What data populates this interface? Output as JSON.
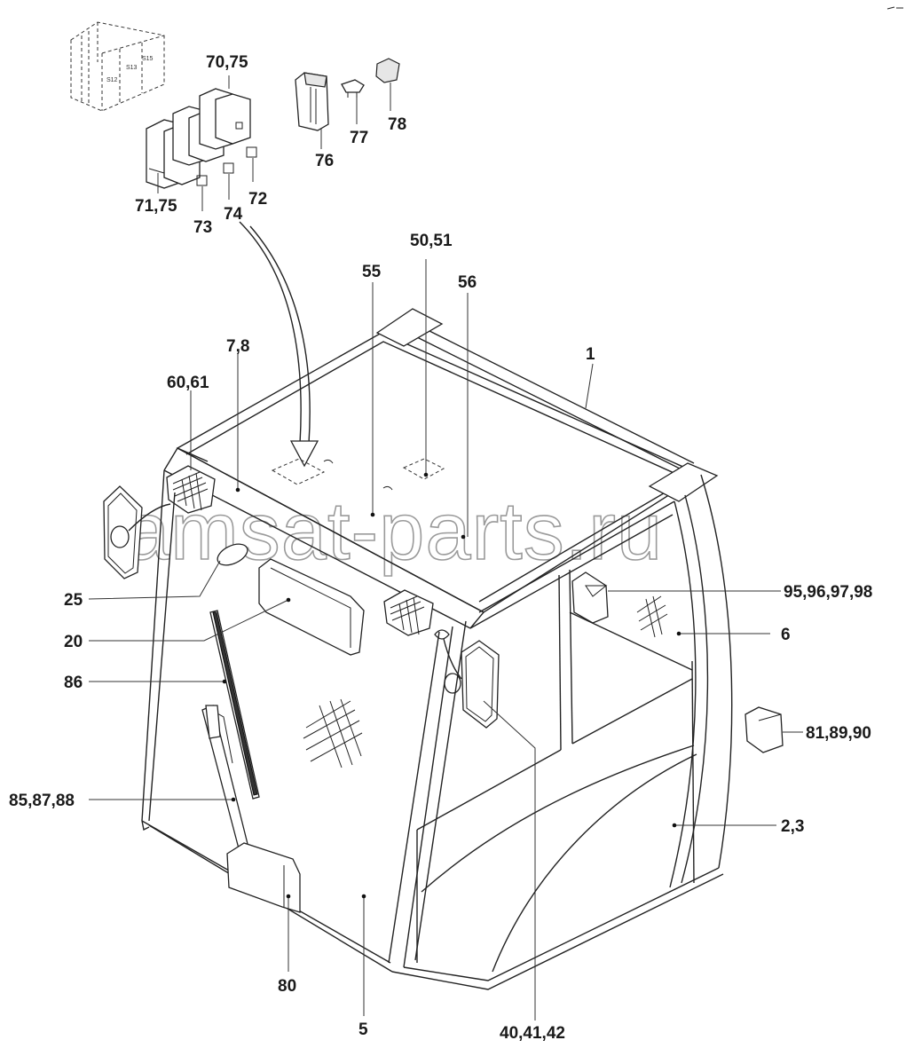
{
  "watermark": "amsat-parts.ru",
  "switch_labels": [
    "S12",
    "S13",
    "S15"
  ],
  "callouts": [
    {
      "id": "c-70-75",
      "text": "70,75"
    },
    {
      "id": "c-71-75",
      "text": "71,75"
    },
    {
      "id": "c-73",
      "text": "73"
    },
    {
      "id": "c-74",
      "text": "74"
    },
    {
      "id": "c-72",
      "text": "72"
    },
    {
      "id": "c-76",
      "text": "76"
    },
    {
      "id": "c-77",
      "text": "77"
    },
    {
      "id": "c-78",
      "text": "78"
    },
    {
      "id": "c-50-51",
      "text": "50,51"
    },
    {
      "id": "c-55",
      "text": "55"
    },
    {
      "id": "c-56",
      "text": "56"
    },
    {
      "id": "c-7-8",
      "text": "7,8"
    },
    {
      "id": "c-60-61",
      "text": "60,61"
    },
    {
      "id": "c-1",
      "text": "1"
    },
    {
      "id": "c-95-98",
      "text": "95,96,97,98"
    },
    {
      "id": "c-6",
      "text": "6"
    },
    {
      "id": "c-25",
      "text": "25"
    },
    {
      "id": "c-20",
      "text": "20"
    },
    {
      "id": "c-86",
      "text": "86"
    },
    {
      "id": "c-81-89-90",
      "text": "81,89,90"
    },
    {
      "id": "c-85-87-88",
      "text": "85,87,88"
    },
    {
      "id": "c-2-3",
      "text": "2,3"
    },
    {
      "id": "c-80",
      "text": "80"
    },
    {
      "id": "c-5",
      "text": "5"
    },
    {
      "id": "c-40-41-42",
      "text": "40,41,42"
    }
  ]
}
